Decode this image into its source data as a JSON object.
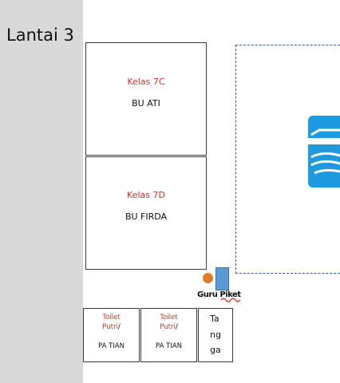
{
  "floor": {
    "label": "Lantai 3"
  },
  "rooms": [
    {
      "name": "Kelas 7C",
      "teacher": "BU ATI"
    },
    {
      "name": "Kelas 7D",
      "teacher": "BU FIRDA"
    }
  ],
  "guru_piket": {
    "label": "Guru Piket"
  },
  "toilets": [
    {
      "line1": "Toilet",
      "line2": "Putri",
      "slash": "/",
      "line3": "PA TIAN"
    },
    {
      "line1": "Toilet",
      "line2": "Putri",
      "slash": "/",
      "line3": "PA TIAN"
    }
  ],
  "stairs": {
    "lines": [
      "Ta",
      "ng",
      "ga"
    ]
  },
  "icons": {
    "stairs": "stair-icon"
  },
  "colors": {
    "room_name": "#c0392b",
    "icon_blue": "#1e9be0",
    "dot": "#e07b2b",
    "piket_box": "#5b9bd5"
  }
}
